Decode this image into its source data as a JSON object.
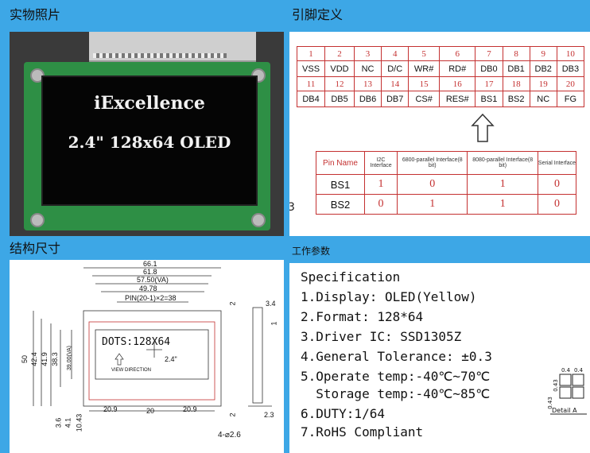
{
  "titles": {
    "photo": "实物照片",
    "pinout": "引脚定义",
    "dimensions": "结构尺寸",
    "parameters": "工作参数"
  },
  "photo": {
    "line1": "iExcellence",
    "line2": "2.4\" 128x64 OLED"
  },
  "pin_table": {
    "row1_nums": [
      "1",
      "2",
      "3",
      "4",
      "5",
      "6",
      "7",
      "8",
      "9",
      "10"
    ],
    "row1_names": [
      "VSS",
      "VDD",
      "NC",
      "D/C",
      "WR#",
      "RD#",
      "DB0",
      "DB1",
      "DB2",
      "DB3"
    ],
    "row2_nums": [
      "11",
      "12",
      "13",
      "14",
      "15",
      "16",
      "17",
      "18",
      "19",
      "20"
    ],
    "row2_names": [
      "DB4",
      "DB5",
      "DB6",
      "DB7",
      "CS#",
      "RES#",
      "BS1",
      "BS2",
      "NC",
      "FG"
    ]
  },
  "bs_table": {
    "headers": [
      "Pin Name",
      "I2C Interface",
      "6800-parallel Interface(8 bit)",
      "8080-parallel Interface(8 bit)",
      "Serial Interface"
    ],
    "rows": [
      {
        "name": "BS1",
        "values": [
          "1",
          "0",
          "1",
          "0"
        ]
      },
      {
        "name": "BS2",
        "values": [
          "0",
          "1",
          "1",
          "0"
        ]
      }
    ],
    "stray_mark": "3"
  },
  "dimensions": {
    "top": [
      "66.1",
      "61.8",
      "57.50(VA)",
      "49.78",
      "PIN(20-1)×2=38"
    ],
    "left": [
      "50",
      "42.4",
      "41.9",
      "38.3",
      "39.00(VA)",
      "3.6",
      "4.1",
      "10.43"
    ],
    "inner": [
      "DOTS:128X64",
      "2.4\"",
      "VIEW DIRECTION"
    ],
    "bottom": [
      "20.9",
      "20",
      "20.9",
      "4-⌀2.6"
    ],
    "right": [
      "3.4",
      "2",
      "1",
      "2.3",
      "2"
    ]
  },
  "spec": {
    "title": "Specification",
    "lines": [
      "1.Display: OLED(Yellow)",
      "2.Format: 128*64",
      "3.Driver IC: SSD1305Z",
      "4.General Tolerance: ±0.3",
      "5.Operate temp:-40℃~70℃",
      "  Storage temp:-40℃~85℃",
      "6.DUTY:1/64",
      "7.RoHS Compliant"
    ],
    "detail": [
      "0.4",
      "0.4",
      "0.43",
      "0.43",
      "Detail A"
    ]
  }
}
